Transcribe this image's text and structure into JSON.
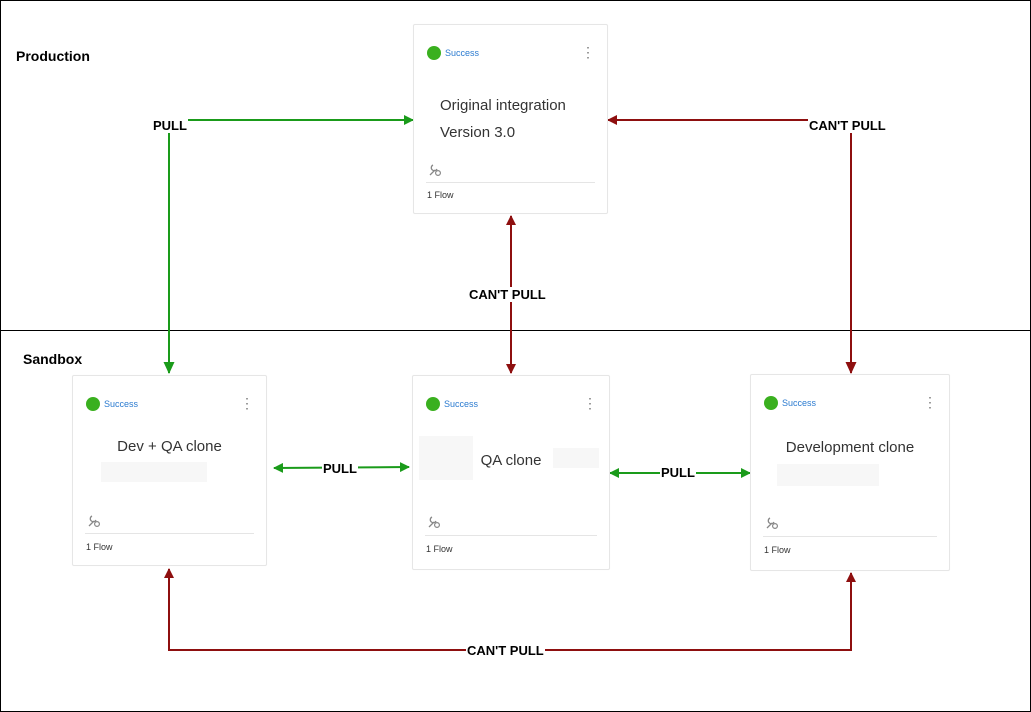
{
  "environments": {
    "production": "Production",
    "sandbox": "Sandbox"
  },
  "cards": {
    "original": {
      "status": "Success",
      "title_line1": "Original integration",
      "title_line2": "Version 3.0",
      "flow_count": "1 Flow"
    },
    "dev_qa": {
      "status": "Success",
      "title": "Dev + QA clone",
      "flow_count": "1 Flow"
    },
    "qa": {
      "status": "Success",
      "title": "QA clone",
      "flow_count": "1 Flow"
    },
    "dev": {
      "status": "Success",
      "title": "Development clone",
      "flow_count": "1 Flow"
    }
  },
  "arrows": {
    "pull_top_left": "PULL",
    "cant_pull_top_right": "CAN'T PULL",
    "cant_pull_center": "CAN'T PULL",
    "pull_left_middle": "PULL",
    "pull_middle_right": "PULL",
    "cant_pull_bottom": "CAN'T PULL"
  },
  "colors": {
    "pull": "#1a9b1a",
    "cant_pull": "#8e0f0f",
    "status_success": "#3ab01f",
    "status_text": "#2b7bd0"
  },
  "icons": {
    "status": "status-dot-icon",
    "menu": "kebab-menu-icon",
    "tools": "wrench-gear-icon"
  }
}
